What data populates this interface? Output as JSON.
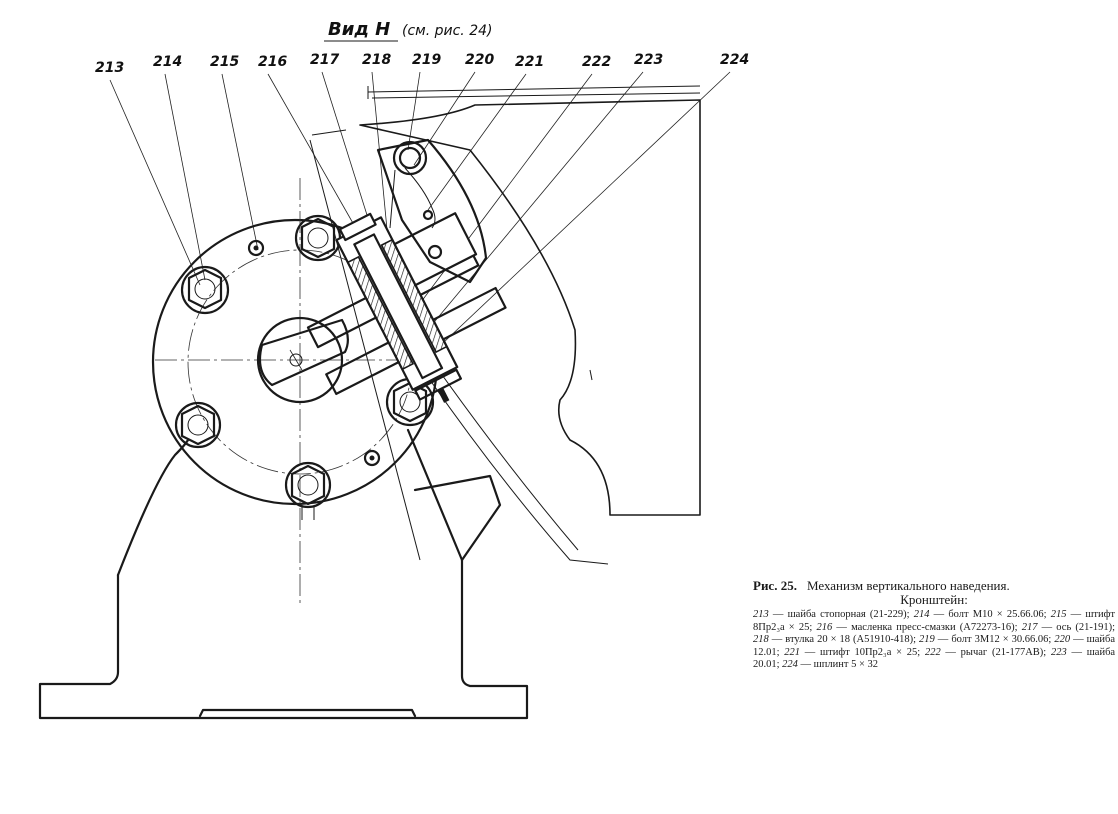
{
  "view": {
    "title": "Вид Н",
    "reference": "(см. рис. 24)"
  },
  "callouts": [
    "213",
    "214",
    "215",
    "216",
    "217",
    "218",
    "219",
    "220",
    "221",
    "222",
    "223",
    "224"
  ],
  "caption": {
    "figure_label": "Рис. 25.",
    "title": "Механизм вертикального наведения.",
    "subtitle": "Кронштейн:",
    "parts": [
      {
        "num": "213",
        "desc": "шайба стопорная (21-229);"
      },
      {
        "num": "214",
        "desc": "болт М10 × 25.66.06;"
      },
      {
        "num": "215",
        "desc": "штифт 8Пр2₃а × 25;"
      },
      {
        "num": "216",
        "desc": "масленка пресс-смазки (А72273-16);"
      },
      {
        "num": "217",
        "desc": "ось (21-191);"
      },
      {
        "num": "218",
        "desc": "втулка 20 × 18 (А51910-418);"
      },
      {
        "num": "219",
        "desc": "болт 3М12 × 30.66.06;"
      },
      {
        "num": "220",
        "desc": "шайба 12.01;"
      },
      {
        "num": "221",
        "desc": "штифт 10Пр2₃а × 25;"
      },
      {
        "num": "222",
        "desc": "рычаг (21-177АВ);"
      },
      {
        "num": "223",
        "desc": "шайба 20.01;"
      },
      {
        "num": "224",
        "desc": "шплинт 5 × 32"
      }
    ]
  }
}
